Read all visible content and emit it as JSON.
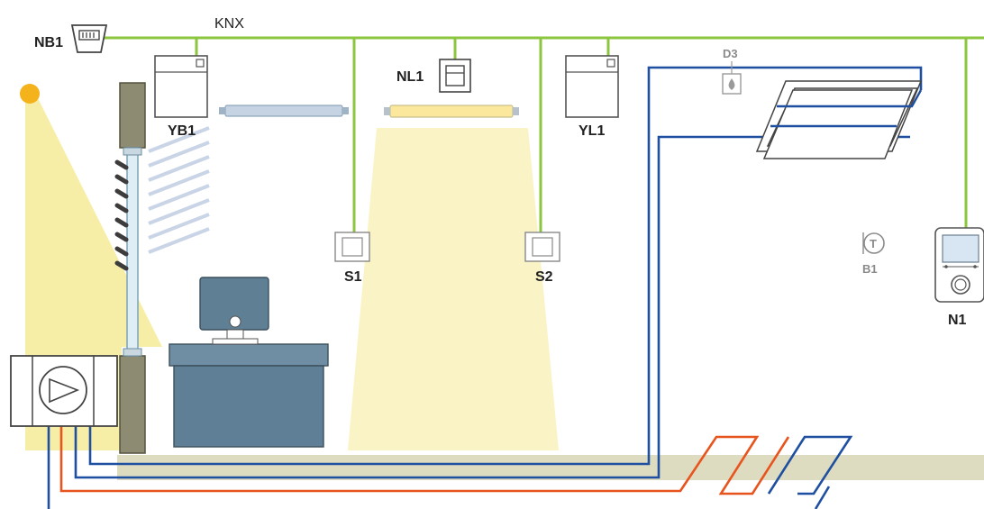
{
  "bus_label": "KNX",
  "labels": {
    "nb1": "NB1",
    "yb1": "YB1",
    "nl1": "NL1",
    "yl1": "YL1",
    "d3": "D3",
    "s1": "S1",
    "s2": "S2",
    "b1": "B1",
    "b1_symbol": "T",
    "n1": "N1"
  },
  "colors": {
    "knx_bus": "#8cc63f",
    "supply": "#e8541e",
    "return": "#1f4fa0",
    "light": "#f7f0b8",
    "desk": "#5f7f95",
    "wall": "#8a8a72",
    "floor": "#dedcc0"
  }
}
